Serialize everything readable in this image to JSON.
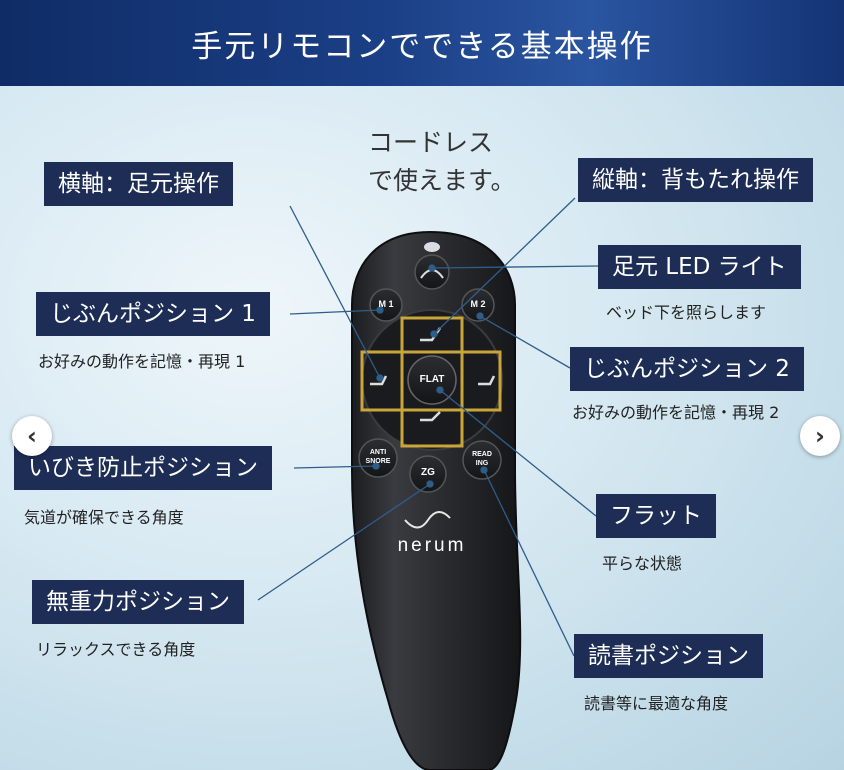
{
  "banner": {
    "title": "手元リモコンでできる基本操作"
  },
  "cordless": {
    "line1": "コードレス",
    "line2": "で使えます。"
  },
  "labels": {
    "horizontal": {
      "title": "横軸：足元操作"
    },
    "vertical": {
      "title": "縦軸：背もたれ操作"
    },
    "led": {
      "title": "足元 LED ライト",
      "desc": "ベッド下を照らします"
    },
    "m1": {
      "title": "じぶんポジション 1",
      "desc": "お好みの動作を記憶・再現 1"
    },
    "m2": {
      "title": "じぶんポジション 2",
      "desc": "お好みの動作を記憶・再現 2"
    },
    "antisnore": {
      "title": "いびき防止ポジション",
      "desc": "気道が確保できる角度"
    },
    "flat": {
      "title": "フラット",
      "desc": "平らな状態"
    },
    "zerog": {
      "title": "無重力ポジション",
      "desc": "リラックスできる角度"
    },
    "reading": {
      "title": "読書ポジション",
      "desc": "読書等に最適な角度"
    }
  },
  "remote": {
    "brand": "nerum",
    "buttons": {
      "m1": "M 1",
      "m2": "M 2",
      "flat": "FLAT",
      "anti_line1": "ANTI",
      "anti_line2": "SNORE",
      "zg": "ZG",
      "read_line1": "READ",
      "read_line2": "ING"
    }
  },
  "nav": {
    "prev": "‹",
    "next": "›"
  },
  "colors": {
    "banner": "#1b3f86",
    "label_bg": "#1d2d55",
    "highlight": "#c9a53a",
    "remote_body": "#2a2b2f"
  }
}
